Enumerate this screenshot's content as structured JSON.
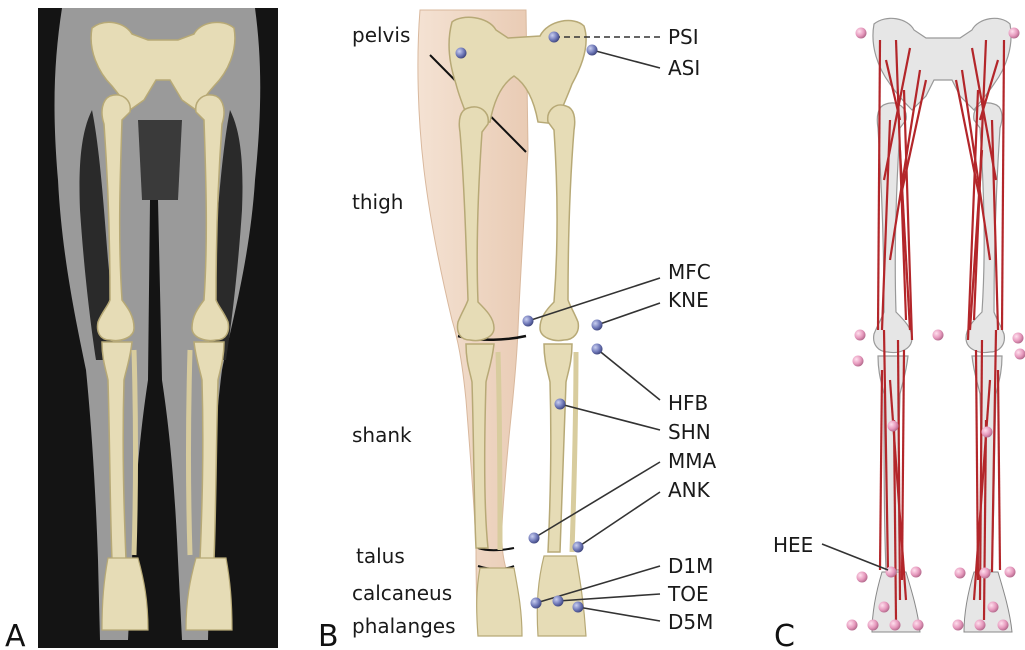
{
  "panels": [
    "A",
    "B",
    "C"
  ],
  "segments": [
    "pelvis",
    "thigh",
    "shank",
    "talus",
    "calcaneus",
    "phalanges"
  ],
  "markers": {
    "psi": "PSI",
    "asi": "ASI",
    "mfc": "MFC",
    "kne": "KNE",
    "hfb": "HFB",
    "shn": "SHN",
    "mma": "MMA",
    "ank": "ANK",
    "d1m": "D1M",
    "toe": "TOE",
    "d5m": "D5M"
  },
  "panel_c_markers": {
    "hee": "HEE"
  },
  "colors": {
    "bone": "#e6dcb6",
    "bone_shade": "#b7a976",
    "mri_bg": "#151515",
    "mri_tissue": "#9d9d9d",
    "skin": "#efd7c4",
    "marker_blue": "#6f78b8",
    "marker_pink": "#e699bd",
    "muscle": "#b3262a",
    "bone_white": "#e8e8e8"
  }
}
